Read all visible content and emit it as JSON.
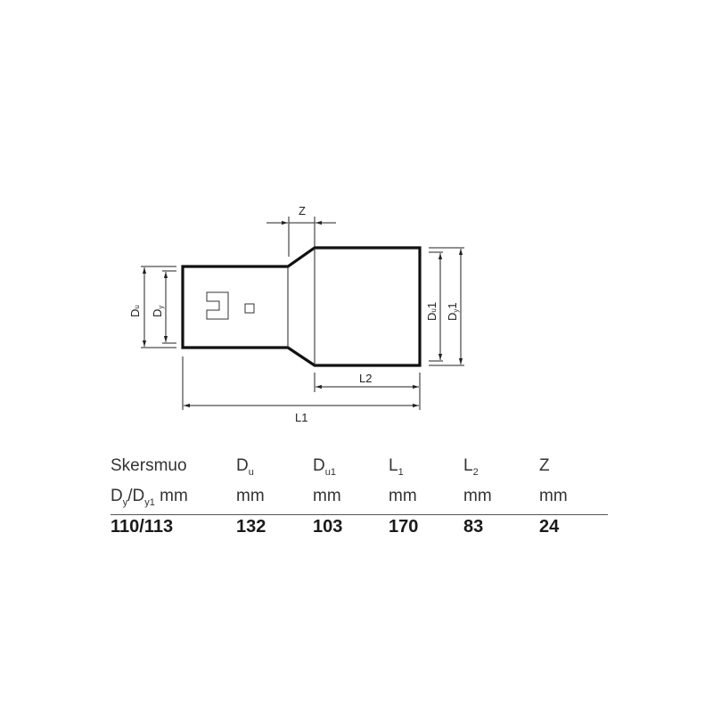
{
  "diagram": {
    "labels": {
      "z": "Z",
      "du": "D",
      "du_sub": "u",
      "dy": "D",
      "dy_sub": "y",
      "du1": "D",
      "du1_sub": "u",
      "du1_suffix": "1",
      "dy1": "D",
      "dy1_sub": "y",
      "dy1_suffix": "1",
      "l1": "L1",
      "l2": "L2"
    },
    "colors": {
      "outline": "#111111",
      "dimension": "#222222"
    }
  },
  "table": {
    "headers": [
      {
        "main": "Skersmuo",
        "sub": ""
      },
      {
        "main": "D",
        "sub": "u"
      },
      {
        "main": "D",
        "sub": "u1"
      },
      {
        "main": "L",
        "sub": "1"
      },
      {
        "main": "L",
        "sub": "2"
      },
      {
        "main": "Z",
        "sub": ""
      }
    ],
    "units": [
      {
        "a": "D",
        "a_sub": "y",
        "b": "/D",
        "b_sub": "y1",
        "c": " mm"
      },
      {
        "text": "mm"
      },
      {
        "text": "mm"
      },
      {
        "text": "mm"
      },
      {
        "text": "mm"
      },
      {
        "text": "mm"
      }
    ],
    "rows": [
      [
        "110/113",
        "132",
        "103",
        "170",
        "83",
        "24"
      ]
    ]
  }
}
